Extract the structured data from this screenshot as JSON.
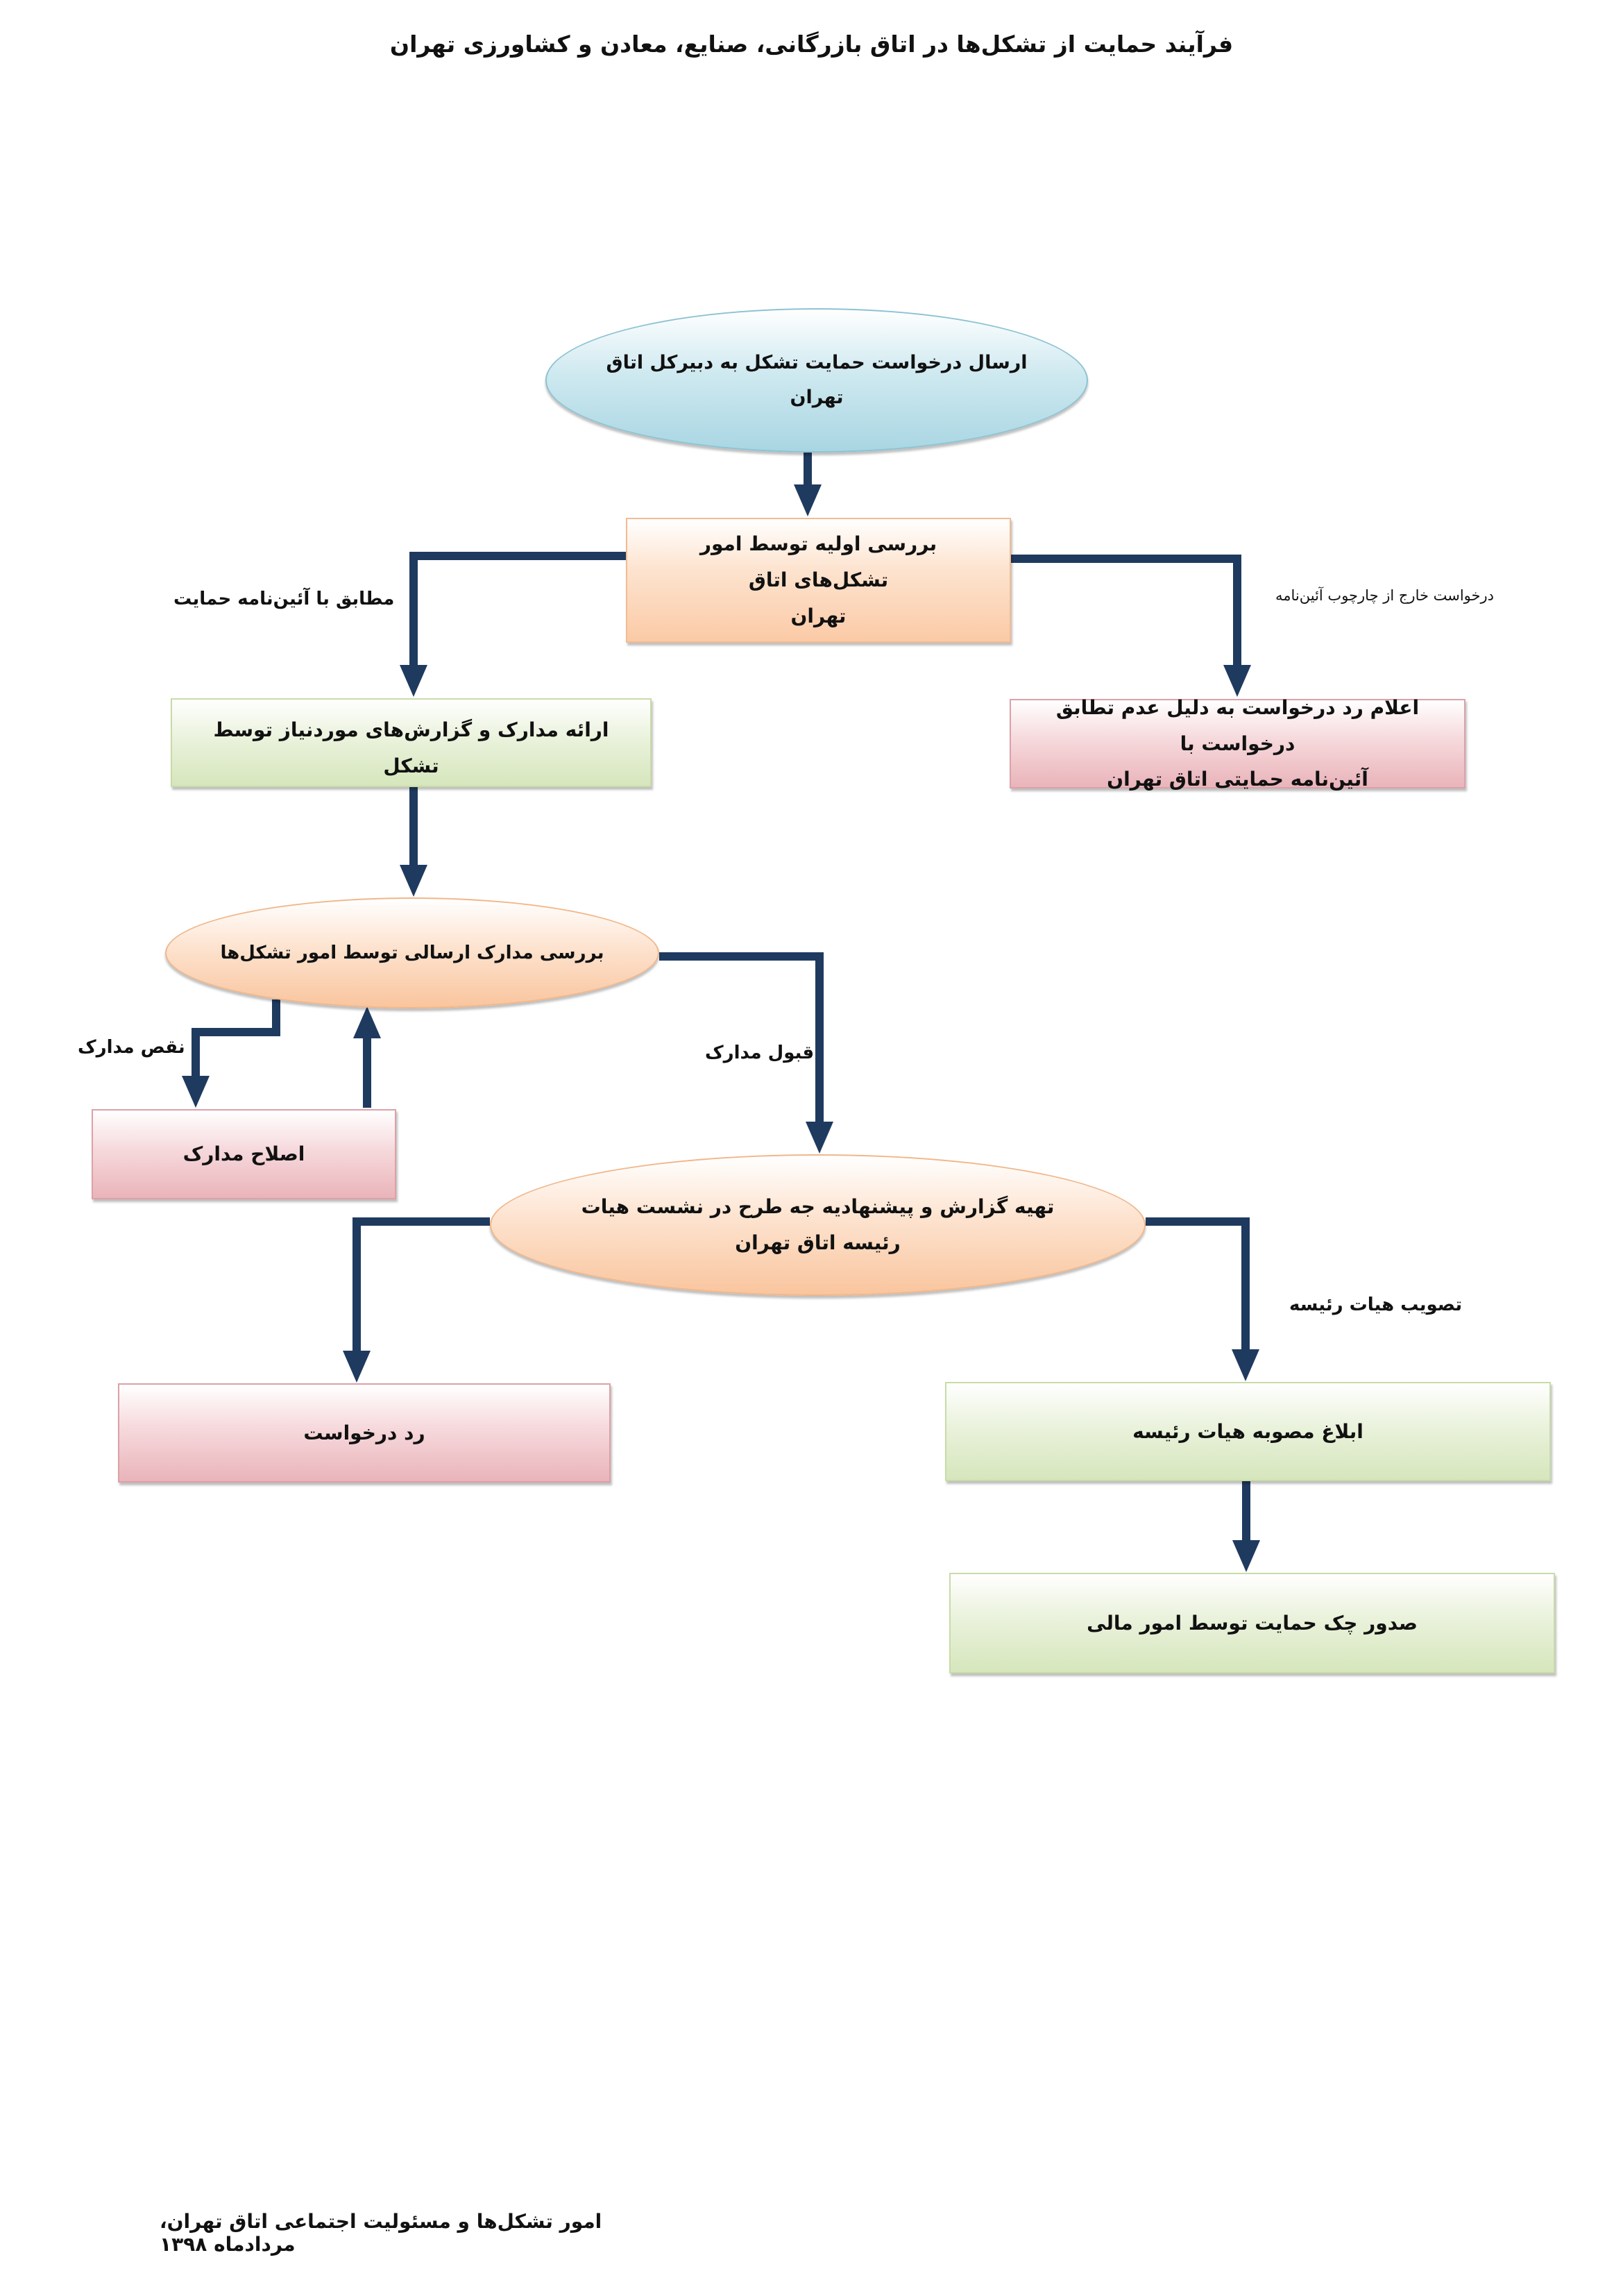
{
  "title": "فرآیند حمایت از تشکل‌ها در اتاق بازرگانی، صنایع، معادن و کشاورزی تهران",
  "footer": "امور تشکل‌ها و مسئولیت اجتماعی اتاق تهران، مردادماه ۱۳۹۸",
  "nodes": {
    "submit_request": [
      "ارسال درخواست حمایت تشکل به دبیرکل اتاق",
      "تهران"
    ],
    "initial_review": [
      "بررسی اولیه توسط امور تشکل‌های اتاق",
      "تهران"
    ],
    "provide_documents": [
      "ارائه مدارک و گزارش‌های موردنیاز توسط تشکل"
    ],
    "reject_notice": [
      "اعلام رد درخواست به دلیل عدم تطابق درخواست با",
      "آئین‌نامه حمایتی اتاق تهران"
    ],
    "review_documents": [
      "بررسی مدارک ارسالی توسط امور تشکل‌ها"
    ],
    "fix_documents": [
      "اصلاح مدارک"
    ],
    "prepare_report": [
      "تهیه گزارش و پیشنهادیه جه طرح در نشست هیات",
      "رئیسه اتاق تهران"
    ],
    "reject_request": [
      "رد درخواست"
    ],
    "announce_approval": [
      "ابلاغ مصوبه هیات رئیسه"
    ],
    "issue_check": [
      "صدور چک حمایت توسط امور مالی"
    ]
  },
  "edge_labels": {
    "compliant": "مطابق با آئین‌نامه حمایت",
    "outside_framework": "درخواست خارج از چارچوب آئین‌نامه",
    "missing_documents": "نقص مدارک",
    "accepted_documents": "قبول مدارک",
    "board_approval": "تصویب هیات رئیسه"
  },
  "colors": {
    "connector": "#1f3a5f",
    "ellipse_blue": "#a9d6e3",
    "ellipse_orange": "#f9c59e",
    "box_orange": "#fbcaa6",
    "box_green": "#d6e6bc",
    "box_red": "#e9b4ba"
  }
}
